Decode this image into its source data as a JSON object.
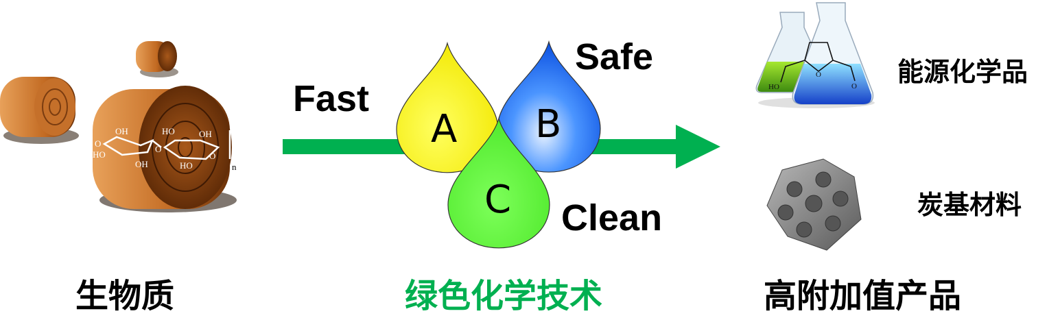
{
  "left": {
    "label": "生物质",
    "structure_labels": {
      "oh1": "OH",
      "ho1": "HO",
      "o1": "O",
      "oh2": "OH",
      "o2": "O",
      "ho2": "HO",
      "oh3": "OH",
      "ho3": "HO",
      "o3": "O",
      "n": "n"
    }
  },
  "middle": {
    "label": "绿色化学技术",
    "fast": "Fast",
    "safe": "Safe",
    "clean": "Clean",
    "drops": [
      {
        "letter": "A",
        "color": "#ffff00"
      },
      {
        "letter": "B",
        "color": "#1e6fff"
      },
      {
        "letter": "C",
        "color": "#5cf53a"
      }
    ],
    "arrow_color": "#00b050"
  },
  "right": {
    "label": "高附加值产品",
    "items": [
      {
        "label": "能源化学品",
        "structure_labels": {
          "ho": "HO",
          "o": "O",
          "o2": "O"
        }
      },
      {
        "label": "炭基材料"
      }
    ]
  }
}
